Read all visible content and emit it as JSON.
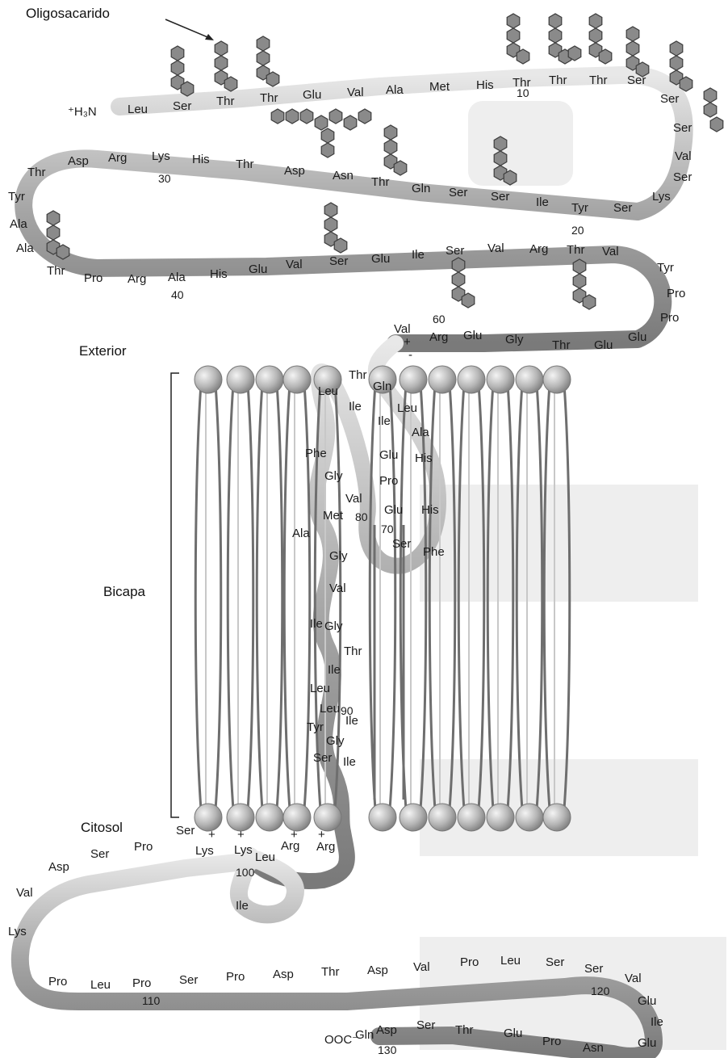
{
  "labels": {
    "oligosaccharide": "Oligosacarido",
    "exterior": "Exterior",
    "bilayer": "Bicapa",
    "cytosol": "Citosol",
    "n_terminus": "⁺H₃N",
    "c_terminus": "OOC⁻"
  },
  "residues": [
    "Leu",
    "Ser",
    "Thr",
    "Thr",
    "Glu",
    "Val",
    "Ala",
    "Met",
    "His",
    "Thr",
    "Thr",
    "Thr",
    "Ser",
    "Ser",
    "Ser",
    "Val",
    "Ser",
    "Lys",
    "Ser",
    "Tyr",
    "Ile",
    "Ser",
    "Ser",
    "Gln",
    "Thr",
    "Asn",
    "Asp",
    "Thr",
    "His",
    "Lys",
    "Arg",
    "Asp",
    "Thr",
    "Tyr",
    "Ala",
    "Ala",
    "Thr",
    "Pro",
    "Arg",
    "Ala",
    "His",
    "Glu",
    "Val",
    "Ser",
    "Glu",
    "Ile",
    "Ser",
    "Val",
    "Arg",
    "Thr",
    "Val",
    "Tyr",
    "Pro",
    "Pro",
    "Glu",
    "Glu",
    "Thr",
    "Gly",
    "Glu",
    "Arg",
    "Val",
    "Thr",
    "Gln",
    "Leu",
    "Ile",
    "Ile",
    "Leu",
    "Ala",
    "Glu",
    "His",
    "Pro",
    "Glu",
    "His",
    "Ser",
    "Phe",
    "Phe",
    "Gly",
    "Val",
    "Met",
    "Ala",
    "Gly",
    "Val",
    "Ile",
    "Gly",
    "Thr",
    "Ile",
    "Leu",
    "Leu",
    "Ile",
    "Ser",
    "Tyr",
    "Gly",
    "Ile",
    "Arg",
    "Arg",
    "Leu",
    "Ile",
    "Lys",
    "Lys",
    "Ser",
    "Pro",
    "Ser",
    "Asp",
    "Val",
    "Lys",
    "Pro",
    "Leu",
    "Pro",
    "Ser",
    "Pro",
    "Asp",
    "Thr",
    "Asp",
    "Val",
    "Pro",
    "Leu",
    "Ser",
    "Ser",
    "Val",
    "Glu",
    "Ile",
    "Glu",
    "Asn",
    "Pro",
    "Glu",
    "Thr",
    "Ser",
    "Asp",
    "Gln"
  ],
  "residue_numbers": [
    "10",
    "20",
    "30",
    "40",
    "60",
    "70",
    "80",
    "90",
    "100",
    "110",
    "120",
    "130"
  ],
  "charges": {
    "plus": "+",
    "minus": "-"
  }
}
